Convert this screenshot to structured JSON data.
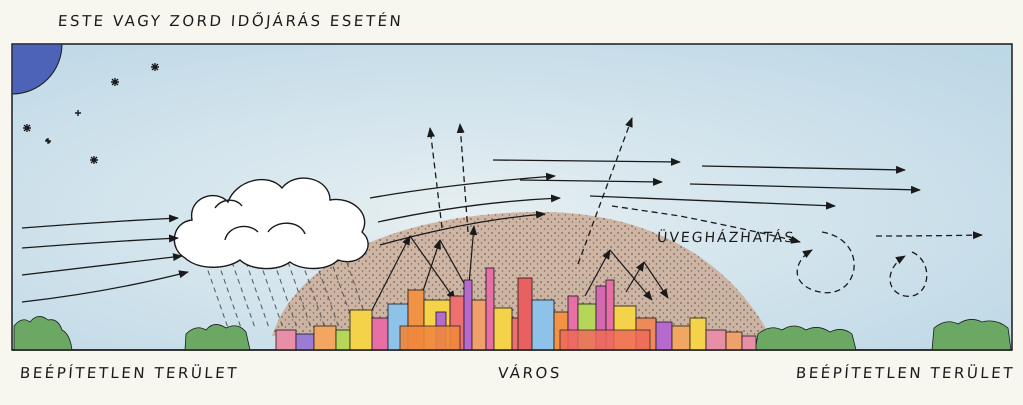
{
  "title": "ESTE VAGY ZORD IDŐJÁRÁS ESETÉN",
  "labels": {
    "left_area": "BEÉPÍTETLEN TERÜLET",
    "city": "VÁROS",
    "right_area": "BEÉPÍTETLEN TERÜLET",
    "greenhouse": "ÜVEGHÁZHATÁS"
  },
  "colors": {
    "sky": "#cfe3ee",
    "sky_light": "#e4eff3",
    "moon": "#4c63b7",
    "dome": "#c9a895",
    "cloud": "#ffffff",
    "vegetation": "#5f9e5a",
    "ink": "#1a1a1a",
    "paper": "#f7f6ef"
  },
  "icons": {
    "moon": "moon-icon",
    "stars": "star-icon",
    "cloud": "cloud-icon",
    "rain": "rain-lines",
    "wind": "arrow-icon"
  }
}
